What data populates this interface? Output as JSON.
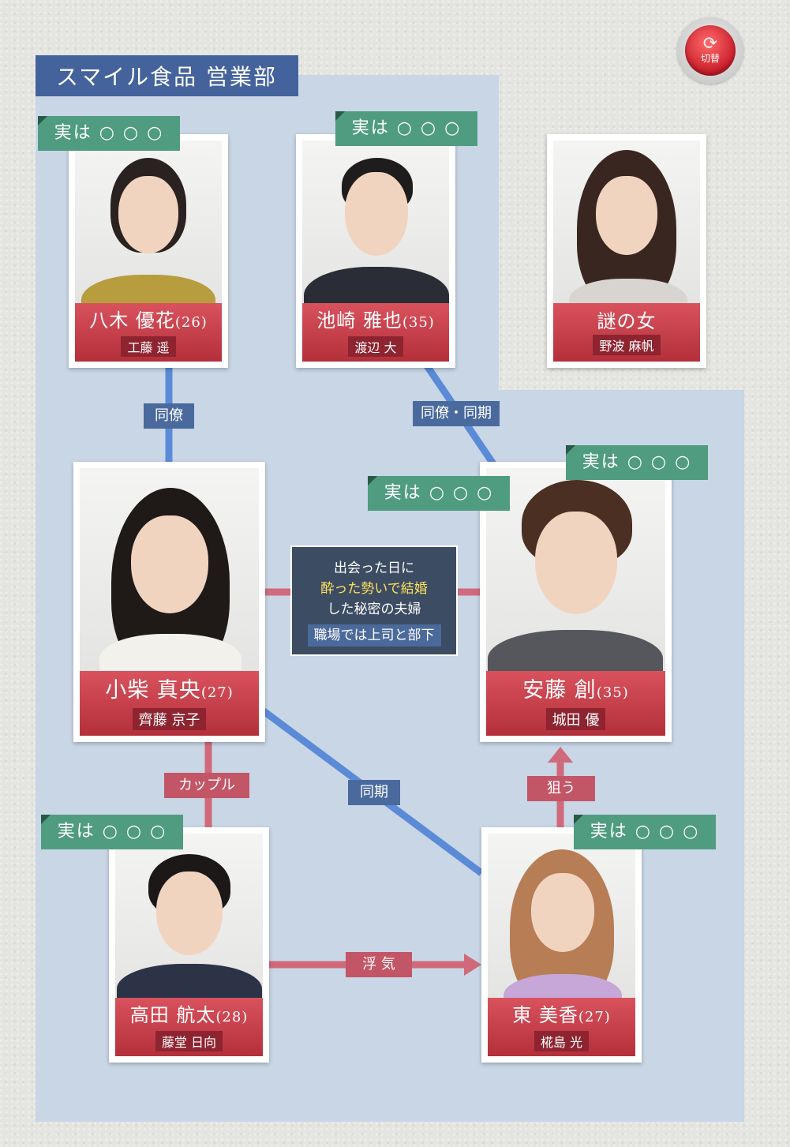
{
  "department": "スマイル食品 営業部",
  "switch_label": "切替",
  "secret_tag": "実は ○ ○ ○",
  "characters": {
    "yagi": {
      "name": "八木 優花",
      "age": "(26)",
      "actor": "工藤 遥"
    },
    "ikezaki": {
      "name": "池崎 雅也",
      "age": "(35)",
      "actor": "渡辺 大"
    },
    "nazo": {
      "name": "謎の女",
      "age": "",
      "actor": "野波 麻帆"
    },
    "koshiba": {
      "name": "小柴 真央",
      "age": "(27)",
      "actor": "齊藤 京子"
    },
    "ando": {
      "name": "安藤 創",
      "age": "(35)",
      "actor": "城田 優"
    },
    "takada": {
      "name": "高田 航太",
      "age": "(28)",
      "actor": "藤堂 日向"
    },
    "higashi": {
      "name": "東 美香",
      "age": "(27)",
      "actor": "椛島 光"
    }
  },
  "relations": {
    "doryo": "同僚",
    "doryo_douki": "同僚・同期",
    "couple": "カップル",
    "douki": "同期",
    "nerau": "狙う",
    "uwaki": "浮 気"
  },
  "note": {
    "line1": "出会った日に",
    "line2": "酔った勢いで結婚",
    "line3": "した秘密の夫婦",
    "sub": "職場では上司と部下"
  },
  "colors": {
    "panel": "#c8d6e6",
    "name_band": "#c9404b",
    "tag": "#4f9c80",
    "blue_line": "#5b8bd6",
    "pink_line": "#d06a7a"
  }
}
